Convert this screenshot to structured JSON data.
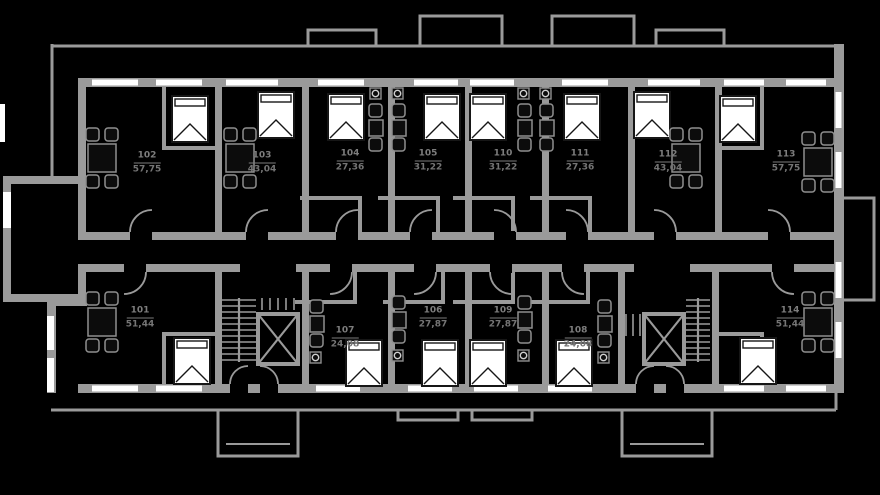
{
  "plan": {
    "type": "building-floor-plan",
    "colors": {
      "background": "#000000",
      "wall": "#9a9a9a",
      "window": "#ffffff",
      "furniture": "#0c0c0c",
      "label": "#7d7d7d"
    },
    "features": [
      "staircase-left",
      "elevator-left",
      "staircase-right",
      "elevator-right",
      "entrance-porch-left",
      "entrance-porch-right",
      "balconies-top",
      "terrace-left"
    ]
  },
  "units": [
    {
      "id": "101",
      "area": "51,44"
    },
    {
      "id": "102",
      "area": "57,75"
    },
    {
      "id": "103",
      "area": "43,04"
    },
    {
      "id": "104",
      "area": "27,36"
    },
    {
      "id": "105",
      "area": "31,22"
    },
    {
      "id": "106",
      "area": "27,87"
    },
    {
      "id": "107",
      "area": "24,08"
    },
    {
      "id": "108",
      "area": "24,08"
    },
    {
      "id": "109",
      "area": "27,87"
    },
    {
      "id": "110",
      "area": "31,22"
    },
    {
      "id": "111",
      "area": "27,36"
    },
    {
      "id": "112",
      "area": "43,04"
    },
    {
      "id": "113",
      "area": "57,75"
    },
    {
      "id": "114",
      "area": "51,44"
    }
  ]
}
